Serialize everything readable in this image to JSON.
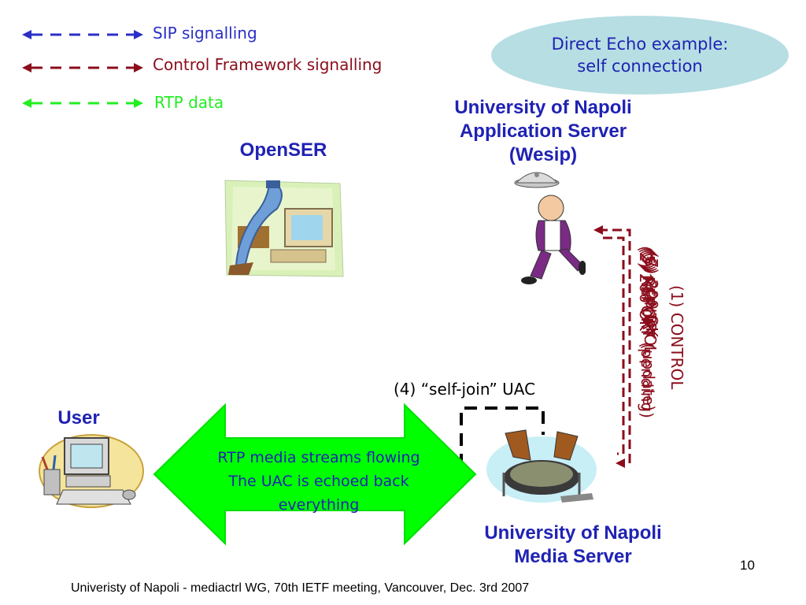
{
  "legend": [
    {
      "label": "SIP signalling",
      "color": "#2b2fc7"
    },
    {
      "label": "Control Framework signalling",
      "color": "#8b0d1c"
    },
    {
      "label": "RTP data",
      "color": "#22ee22"
    }
  ],
  "title_bubble": {
    "line1": "Direct Echo example:",
    "line2": "self connection"
  },
  "nodes": {
    "openser": "OpenSER",
    "app_server": {
      "line1": "University of Napoli",
      "line2": "Application Server",
      "line3": "(Wesip)"
    },
    "user": "User",
    "media_server": {
      "line1": "University of Napoli",
      "line2": "Media Server"
    }
  },
  "messages": {
    "control": "(1) CONTROL",
    "overlapping": [
      "(2) 200 OK",
      "(3) REPORT (pending)",
      "(5) REPORT (update)",
      "(6) CONTROL",
      "(7) 200 OK"
    ],
    "self_join": "(4) “self-join” UAC"
  },
  "rtp_arrow": {
    "line1": "RTP media streams flowing",
    "line2": "The UAC is echoed back",
    "line3": "everything"
  },
  "page_number": "10",
  "footer": "Univeristy of Napoli - mediactrl WG, 70th IETF meeting, Vancouver, Dec. 3rd 2007"
}
